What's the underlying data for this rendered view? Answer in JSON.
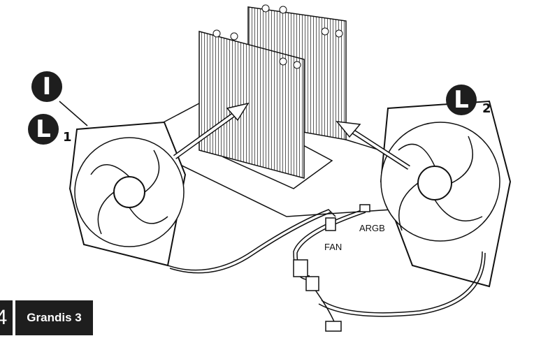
{
  "callouts": {
    "install": "I",
    "fan1_letter": "L",
    "fan1_sub": "1",
    "fan2_letter": "L",
    "fan2_sub": "2"
  },
  "connectors": {
    "argb": "ARGB",
    "fan": "FAN"
  },
  "footer": {
    "page_number": "4",
    "product": "Grandis 3"
  }
}
